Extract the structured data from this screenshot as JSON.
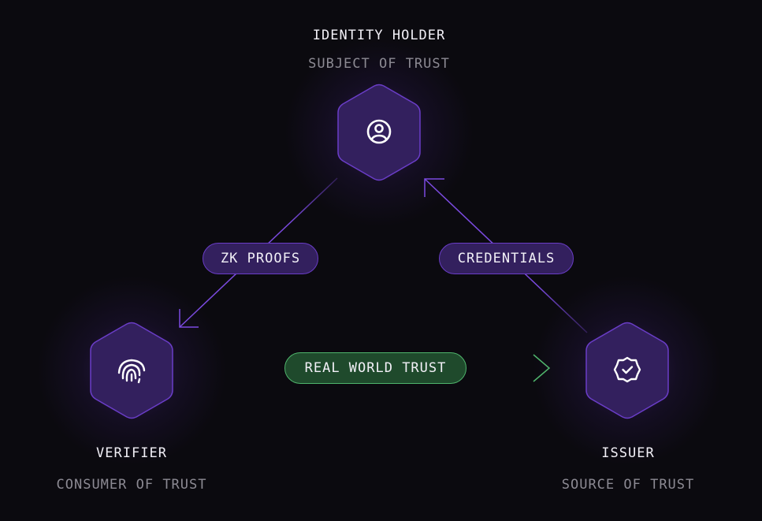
{
  "nodes": {
    "identity_holder": {
      "title": "IDENTITY HOLDER",
      "subtitle": "SUBJECT OF TRUST",
      "icon": "user-circle-icon"
    },
    "verifier": {
      "title": "VERIFIER",
      "subtitle": "CONSUMER OF TRUST",
      "icon": "fingerprint-icon"
    },
    "issuer": {
      "title": "ISSUER",
      "subtitle": "SOURCE OF TRUST",
      "icon": "badge-check-icon"
    }
  },
  "edges": {
    "zk_proofs": {
      "label": "ZK PROOFS",
      "from": "identity_holder",
      "to": "verifier"
    },
    "credentials": {
      "label": "CREDENTIALS",
      "from": "issuer",
      "to": "identity_holder"
    },
    "real_world_trust": {
      "label": "REAL WORLD TRUST",
      "from": "verifier",
      "to": "issuer"
    }
  },
  "colors": {
    "background": "#0b0a0f",
    "node_fill": "#33205e",
    "node_border": "#6a3dc7",
    "purple_line": "#7b4ae0",
    "green_line": "#4fb46c",
    "green_fill": "#1f4a2c"
  }
}
